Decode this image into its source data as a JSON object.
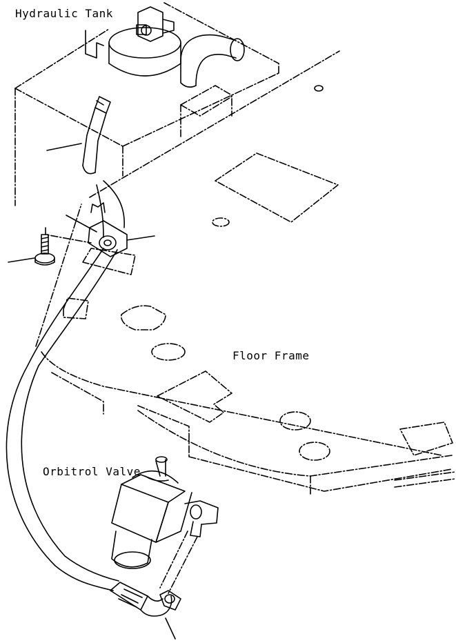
{
  "labels": {
    "hydraulic_tank": "Hydraulic Tank",
    "floor_frame": "Floor Frame",
    "orbitrol_valve": "Orbitrol Valve"
  },
  "colors": {
    "line": "#000000",
    "background": "#ffffff"
  }
}
